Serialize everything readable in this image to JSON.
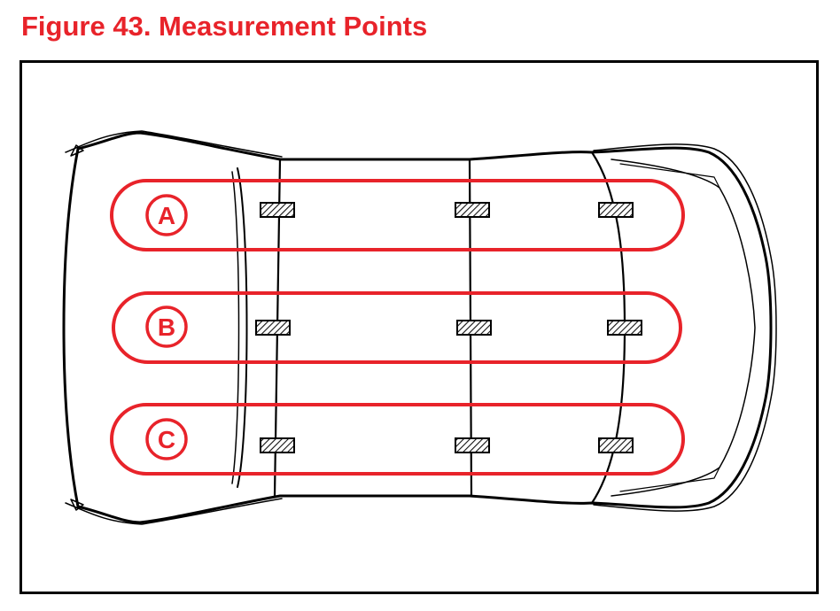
{
  "figure": {
    "title": "Figure 43. Measurement Points",
    "title_color": "#e8232a"
  },
  "colors": {
    "outline": "#000000",
    "highlight": "#e8232a",
    "pad_fill": "#8a8a8a"
  },
  "vehicle": {
    "view": "top",
    "outline_icon": "car-top-view-icon"
  },
  "lanes": [
    {
      "label": "A",
      "points": 3
    },
    {
      "label": "B",
      "points": 3
    },
    {
      "label": "C",
      "points": 3
    }
  ]
}
